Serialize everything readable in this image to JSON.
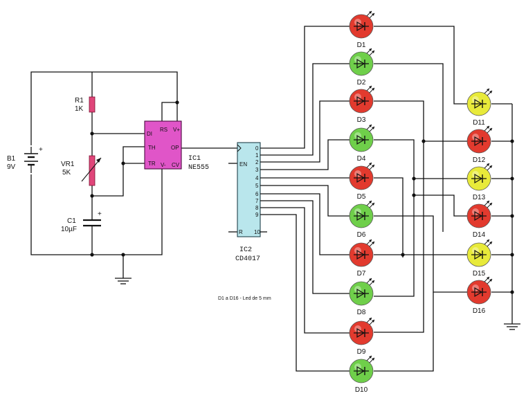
{
  "colors": {
    "led_red": "#e23a2e",
    "led_green": "#6fcf4a",
    "led_yellow": "#e8ea3a",
    "ic1_fill": "#e055c8",
    "ic2_fill": "#b9e6ec",
    "resistor": "#e0467a"
  },
  "battery": {
    "name": "B1",
    "value": "9V",
    "plus": "+"
  },
  "r1": {
    "name": "R1",
    "value": "1K"
  },
  "vr1": {
    "name": "VR1",
    "value": "5K"
  },
  "c1": {
    "name": "C1",
    "value": "10µF",
    "plus": "+"
  },
  "ic1": {
    "name": "IC1",
    "part": "NE555",
    "pins": {
      "di": "DI",
      "rs": "RS",
      "vplus": "V+",
      "th": "TH",
      "op": "OP",
      "tr": "TR",
      "vminus": "V-",
      "cv": "CV"
    }
  },
  "ic2": {
    "name": "IC2",
    "part": "CD4017",
    "pins": {
      "en": "EN",
      "r": "R",
      "pin10": "10"
    },
    "outputs": [
      "0",
      "1",
      "2",
      "3",
      "4",
      "5",
      "6",
      "7",
      "8",
      "9"
    ]
  },
  "note": "D1 a D16 - Led de 5 mm",
  "leds": [
    {
      "label": "D1",
      "color": "red"
    },
    {
      "label": "D2",
      "color": "green"
    },
    {
      "label": "D3",
      "color": "red"
    },
    {
      "label": "D4",
      "color": "green"
    },
    {
      "label": "D5",
      "color": "red"
    },
    {
      "label": "D6",
      "color": "green"
    },
    {
      "label": "D7",
      "color": "red"
    },
    {
      "label": "D8",
      "color": "green"
    },
    {
      "label": "D9",
      "color": "red"
    },
    {
      "label": "D10",
      "color": "green"
    },
    {
      "label": "D11",
      "color": "yellow"
    },
    {
      "label": "D12",
      "color": "red"
    },
    {
      "label": "D13",
      "color": "yellow"
    },
    {
      "label": "D14",
      "color": "red"
    },
    {
      "label": "D15",
      "color": "yellow"
    },
    {
      "label": "D16",
      "color": "red"
    }
  ]
}
